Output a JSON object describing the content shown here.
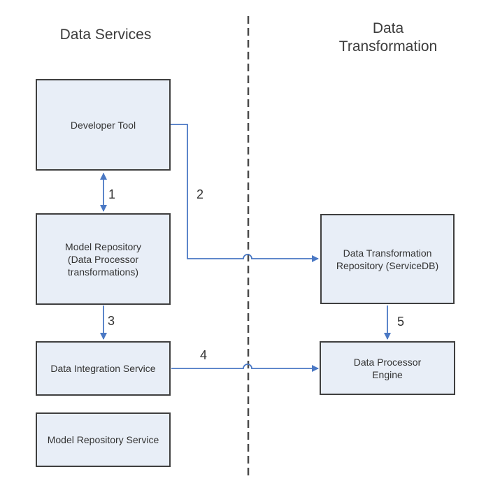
{
  "titles": {
    "left": "Data Services",
    "right": "Data Transformation"
  },
  "boxes": {
    "developer_tool": {
      "label": "Developer Tool"
    },
    "model_repository": {
      "label": "Model Repository (Data Processor transformations)"
    },
    "data_integration_service": {
      "label": "Data Integration Service"
    },
    "model_repository_service": {
      "label": "Model Repository Service"
    },
    "data_transformation_repository": {
      "label": "Data Transformation Repository (ServiceDB)"
    },
    "data_processor_engine": {
      "label": "Data Processor Engine"
    }
  },
  "connectors": {
    "c1": {
      "label": "1",
      "type": "double-arrow-vertical"
    },
    "c2": {
      "label": "2",
      "type": "elbow-arrow-right"
    },
    "c3": {
      "label": "3",
      "type": "arrow-down"
    },
    "c4": {
      "label": "4",
      "type": "arrow-right"
    },
    "c5": {
      "label": "5",
      "type": "arrow-down"
    }
  },
  "colors": {
    "box_fill": "#e8eef7",
    "box_border": "#3f3f3f",
    "connector_blue": "#4a78c4",
    "divider_gray": "#4a4a4a",
    "text": "#333333"
  }
}
